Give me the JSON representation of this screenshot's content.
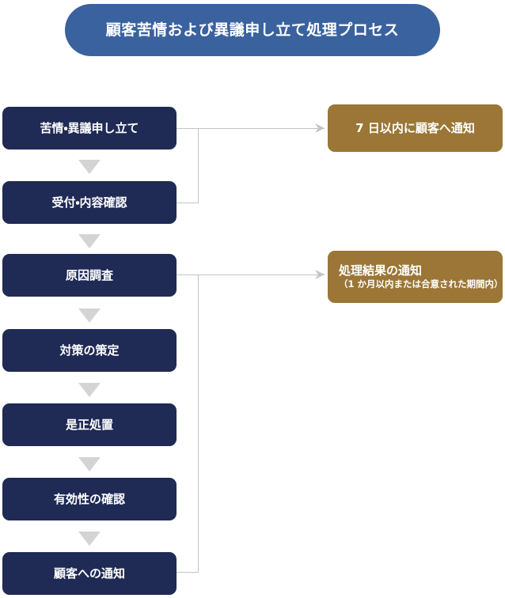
{
  "diagram": {
    "title": "顧客苦情および異議申し立て処理プロセス",
    "colors": {
      "title_fill": "#3a629f",
      "process_fill": "#1f2a55",
      "note_fill": "#9b7636",
      "connector": "#c4c4c4",
      "chevron": "#d4d4d4",
      "text": "#ffffff",
      "background": "#ffffff"
    },
    "process_steps": [
      {
        "id": "step-1",
        "label": "苦情・異議申し立て"
      },
      {
        "id": "step-2",
        "label": "受付・内容確認"
      },
      {
        "id": "step-3",
        "label": "原因調査"
      },
      {
        "id": "step-4",
        "label": "対策の策定"
      },
      {
        "id": "step-5",
        "label": "是正処置"
      },
      {
        "id": "step-6",
        "label": "有効性の確認"
      },
      {
        "id": "step-7",
        "label": "顧客への通知"
      }
    ],
    "notes": [
      {
        "id": "note-1",
        "label": "7 日以内に顧客へ通知",
        "sublabel": ""
      },
      {
        "id": "note-2",
        "label": "処理結果の通知",
        "sublabel": "（1 か月以内または合意された期間内）"
      }
    ],
    "icons": {
      "chevron_down": "chevron-down-icon",
      "arrow_right": "arrow-right-icon"
    }
  }
}
